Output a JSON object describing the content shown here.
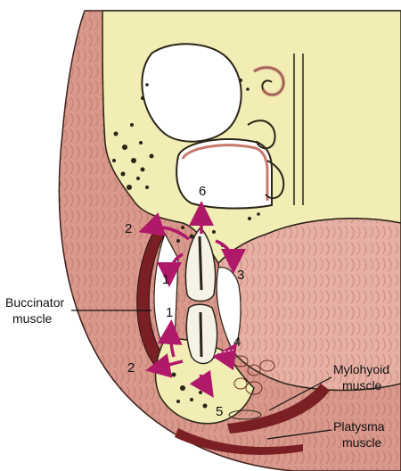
{
  "labels": {
    "buccinator": [
      "Buccinator",
      "muscle"
    ],
    "mylohyoid": [
      "Mylohyoid",
      "muscle"
    ],
    "platysma": [
      "Platysma",
      "muscle"
    ]
  },
  "arrow_numbers": {
    "n6": "6",
    "n2_upper": "2",
    "n1_upper": "1",
    "n3": "3",
    "n1_lower": "1",
    "n4": "4",
    "n2_lower": "2",
    "n5": "5"
  },
  "colors": {
    "skin": "#d9988c",
    "skin_dark": "#a8574a",
    "bone": "#f1edb4",
    "muscle_dark": "#7a1f24",
    "mucosa": "#e7b0a5",
    "arrow": "#b0186a",
    "tooth": "#f6f3e6"
  }
}
